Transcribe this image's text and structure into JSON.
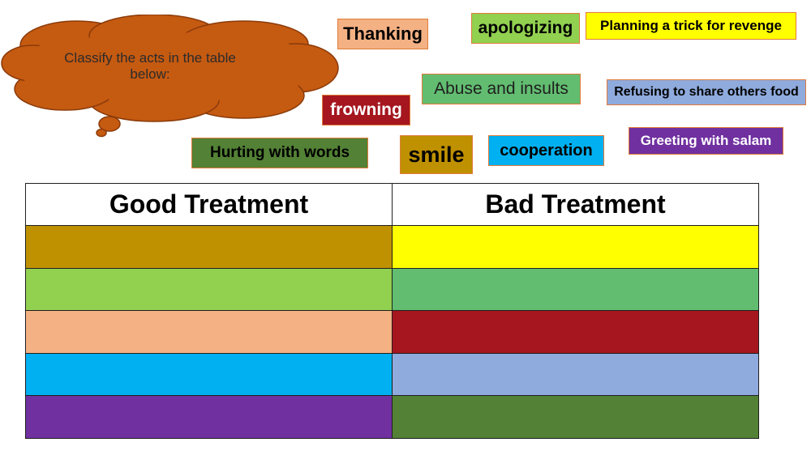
{
  "bubble": {
    "text": "Classify the acts in the table below:"
  },
  "cards": [
    {
      "id": "thanking",
      "label": "Thanking",
      "bg": "#f4b183",
      "color": "#000000"
    },
    {
      "id": "apologizing",
      "label": "apologizing",
      "bg": "#92d050",
      "color": "#000000"
    },
    {
      "id": "planning-revenge",
      "label": "Planning  a trick for revenge",
      "bg": "#ffff00",
      "color": "#000000"
    },
    {
      "id": "abuse-insults",
      "label": "Abuse and insults",
      "bg": "#62bd70",
      "color": "#1f1f1f"
    },
    {
      "id": "refusing-share",
      "label": "Refusing to share others food",
      "bg": "#8faadc",
      "color": "#000000"
    },
    {
      "id": "frowning",
      "label": "frowning",
      "bg": "#a5161f",
      "color": "#ffffff"
    },
    {
      "id": "hurting-words",
      "label": "Hurting with words",
      "bg": "#538135",
      "color": "#000000"
    },
    {
      "id": "smile",
      "label": "smile",
      "bg": "#bf9000",
      "color": "#000000"
    },
    {
      "id": "cooperation",
      "label": "cooperation",
      "bg": "#00b0f0",
      "color": "#000000"
    },
    {
      "id": "greeting-salam",
      "label": "Greeting with salam",
      "bg": "#7030a0",
      "color": "#ffffff"
    }
  ],
  "table": {
    "headers": [
      "Good Treatment",
      "Bad Treatment"
    ],
    "good_slot_colors": [
      "#bf9000",
      "#92d050",
      "#f4b183",
      "#00b0f0",
      "#7030a0"
    ],
    "bad_slot_colors": [
      "#ffff00",
      "#62bd70",
      "#a5161f",
      "#8faadc",
      "#538135"
    ]
  },
  "colors": {
    "cloud_fill": "#c55a11",
    "cloud_stroke": "#8a3b0a"
  }
}
